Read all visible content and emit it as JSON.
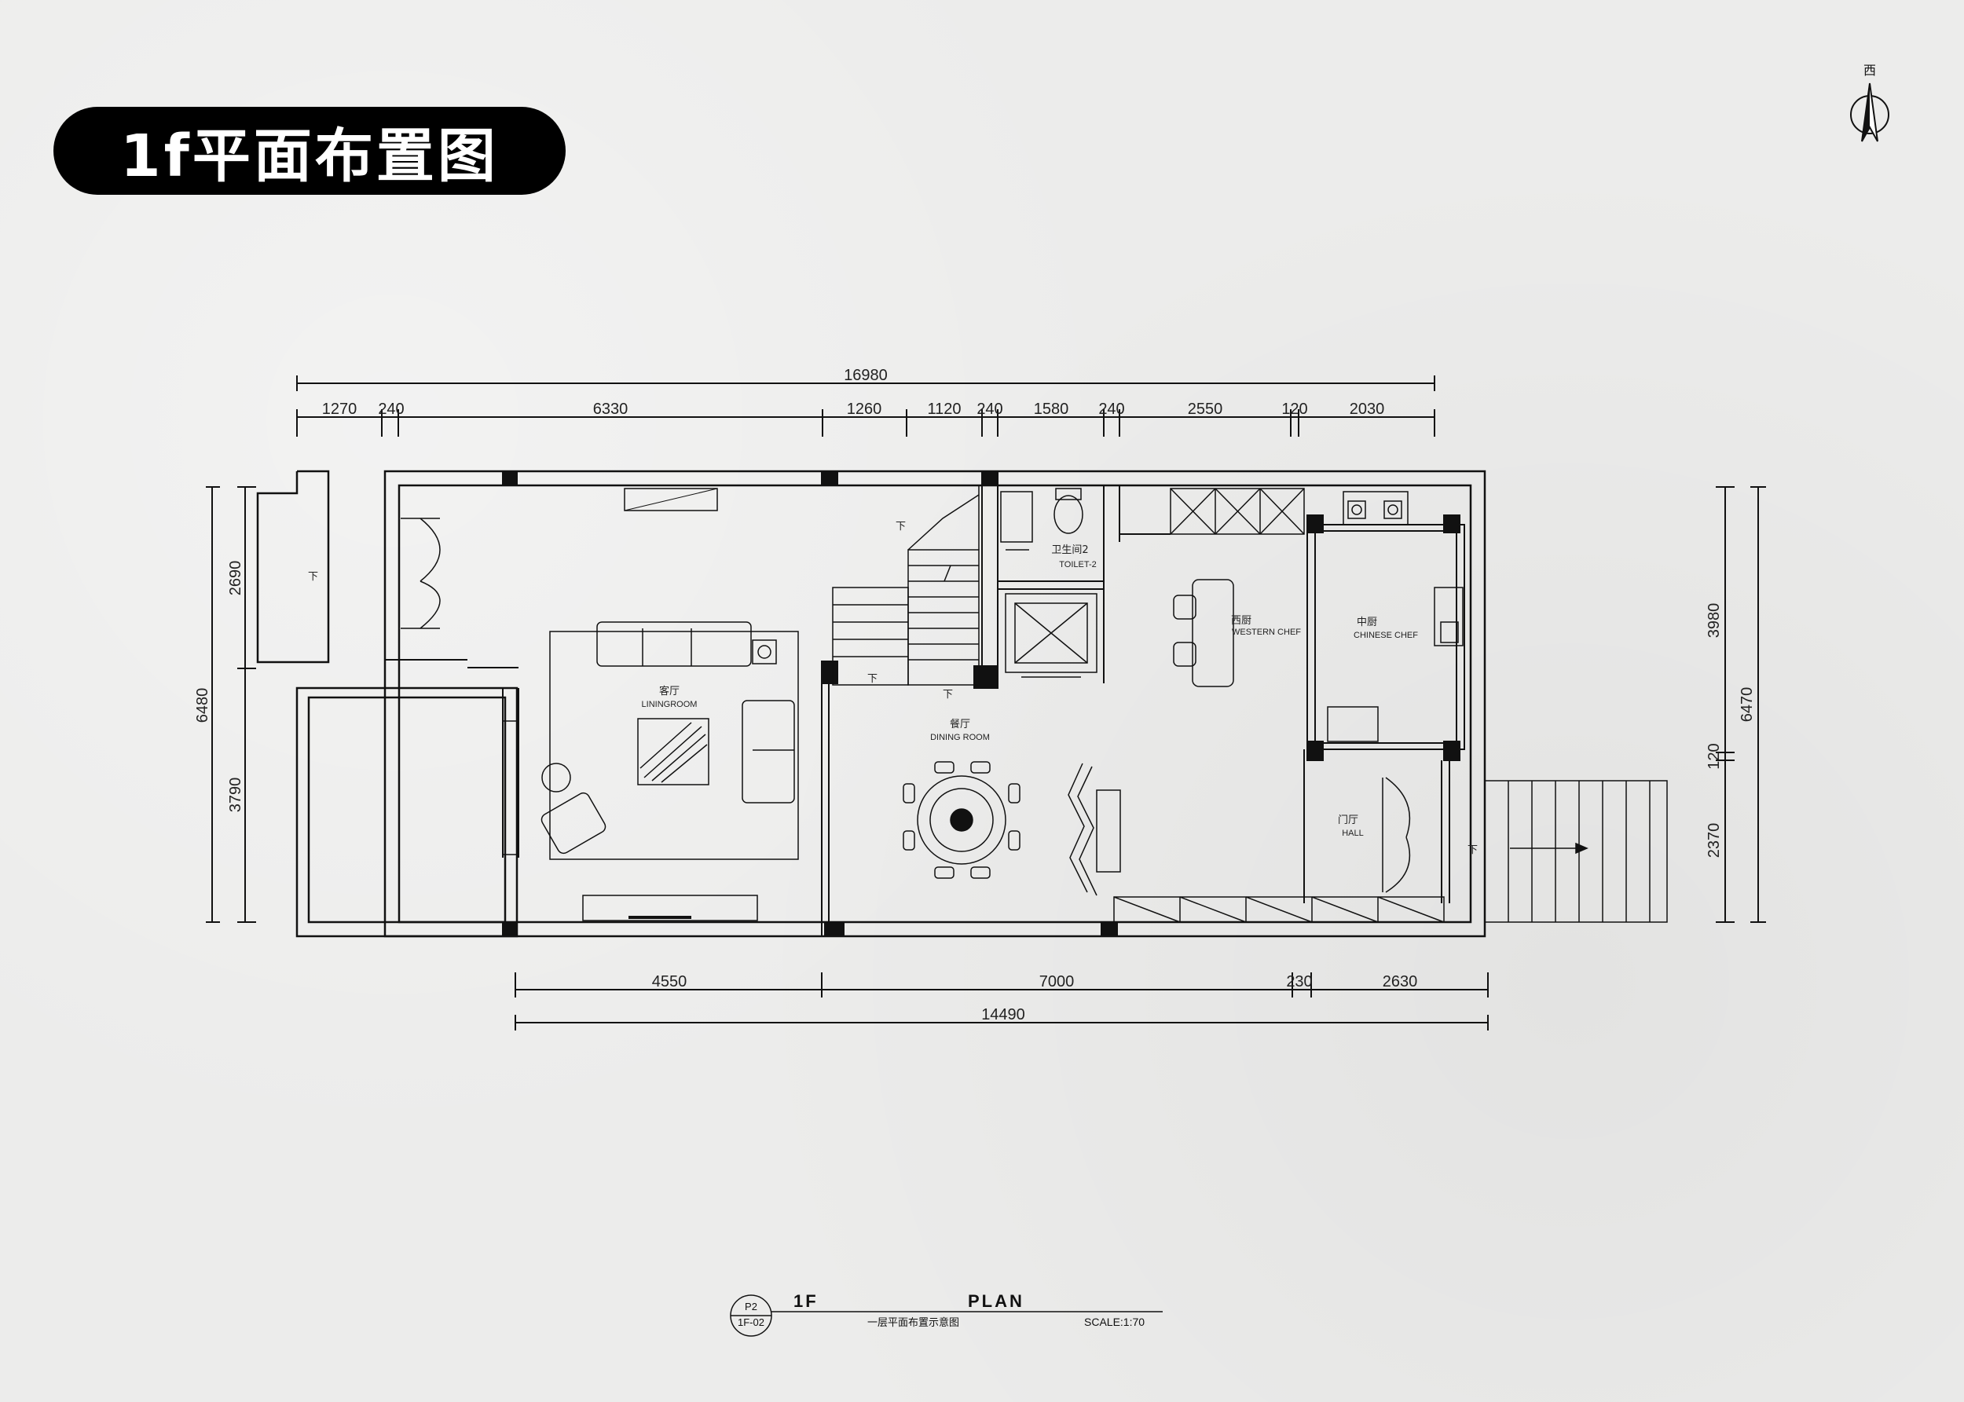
{
  "header": {
    "title": "1f平面布置图"
  },
  "compass": {
    "label": "西"
  },
  "dimensions": {
    "top_total": "16980",
    "top_segments": [
      "1270",
      "240",
      "6330",
      "1260",
      "1120",
      "240",
      "1580",
      "240",
      "2550",
      "120",
      "2030"
    ],
    "bottom_segments": [
      "4550",
      "7000",
      "230",
      "2630"
    ],
    "bottom_total": "14490",
    "left_total": "6480",
    "left_segments": [
      "2690",
      "3790"
    ],
    "right_total": "6470",
    "right_segments": [
      "3980",
      "120",
      "2370"
    ]
  },
  "rooms": {
    "toilet_cn": "卫生间2",
    "toilet_en": "TOILET-2",
    "western_cn": "西厨",
    "western_en": "WESTERN CHEF",
    "chinese_cn": "中厨",
    "chinese_en": "CHINESE CHEF",
    "living_cn": "客厅",
    "living_en": "LININGROOM",
    "dining_cn": "餐厅",
    "dining_en": "DINING ROOM",
    "hall_cn": "门厅",
    "hall_en": "HALL"
  },
  "markers": {
    "down": "下"
  },
  "title_block": {
    "circle_top": "P2",
    "circle_bottom": "1F-02",
    "floor": "1F",
    "plan": "PLAN",
    "subtitle": "一层平面布置示意图",
    "scale": "SCALE:1:70"
  },
  "colors": {
    "ink": "#111111",
    "paper": "#ececeb",
    "title_bg": "#000000",
    "title_fg": "#ffffff"
  }
}
